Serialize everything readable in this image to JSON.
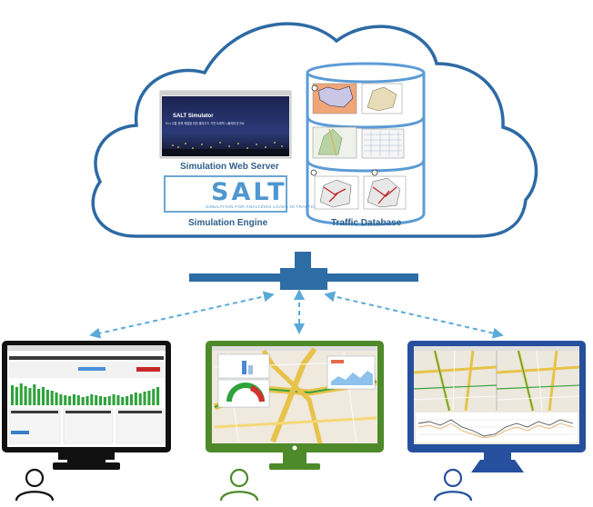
{
  "cloud": {
    "web_server_label": "Simulation Web Server",
    "engine_label": "Simulation Engine",
    "database_label": "Traffic Database",
    "web_page_title": "SALT Simulator",
    "web_page_text": "도시 교통 문제 해결을 위한 클라우드 기반 트래픽 시뮬레이션 SW",
    "salt_logo": "SALT",
    "salt_subtitle": "SIMULATION FOR ANALYZING LOADS IN TRAFFIC"
  },
  "colors": {
    "cloud_outline": "#2e6aa4",
    "network": "#2d6ca4",
    "arrow": "#5aaad8",
    "monitor_left": "#111111",
    "monitor_center": "#4e8a2a",
    "monitor_right": "#26509e",
    "chart_bar": "#2ea23b"
  },
  "monitors": [
    {
      "name": "dashboard-monitor",
      "color": "#111111"
    },
    {
      "name": "map-gauge-monitor",
      "color": "#4e8a2a"
    },
    {
      "name": "map-timeline-monitor",
      "color": "#26509e"
    }
  ]
}
